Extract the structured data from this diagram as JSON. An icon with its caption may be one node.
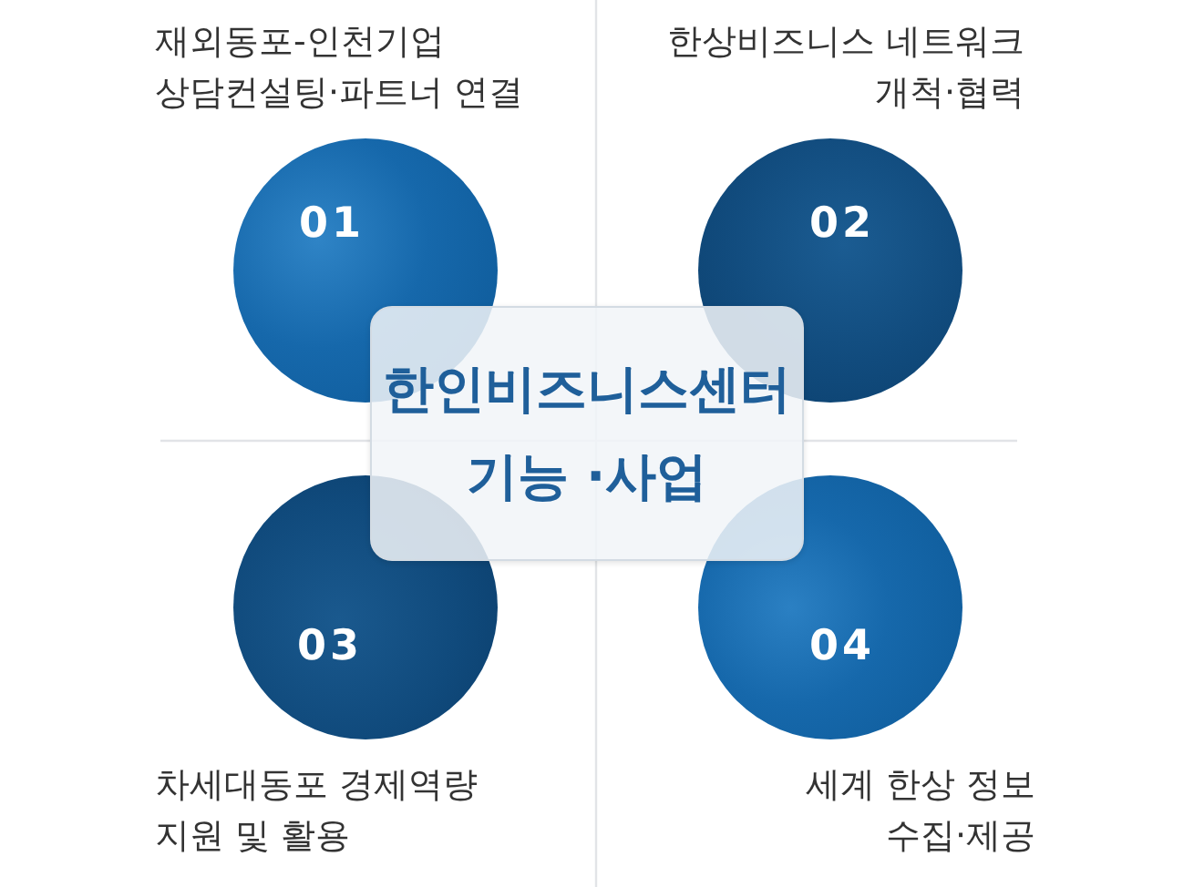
{
  "diagram": {
    "nodes": [
      {
        "text": [
          "01"
        ],
        "beside": [
          "재외동포-인천기업 상담컨설팅·파트너 연결"
        ]
      },
      {
        "text": [
          "02"
        ],
        "beside": [
          "한상비즈니스 네트워크 개척·협력"
        ]
      },
      {
        "text": [
          "한인비즈니스센터 기능 ·사업"
        ]
      },
      {
        "text": [
          "03"
        ],
        "beside": [
          "차세대동포 경제역량 지원 및 활용"
        ]
      },
      {
        "text": [
          "04"
        ],
        "beside": [
          "세계 한상 정보 수집·제공"
        ]
      }
    ]
  }
}
